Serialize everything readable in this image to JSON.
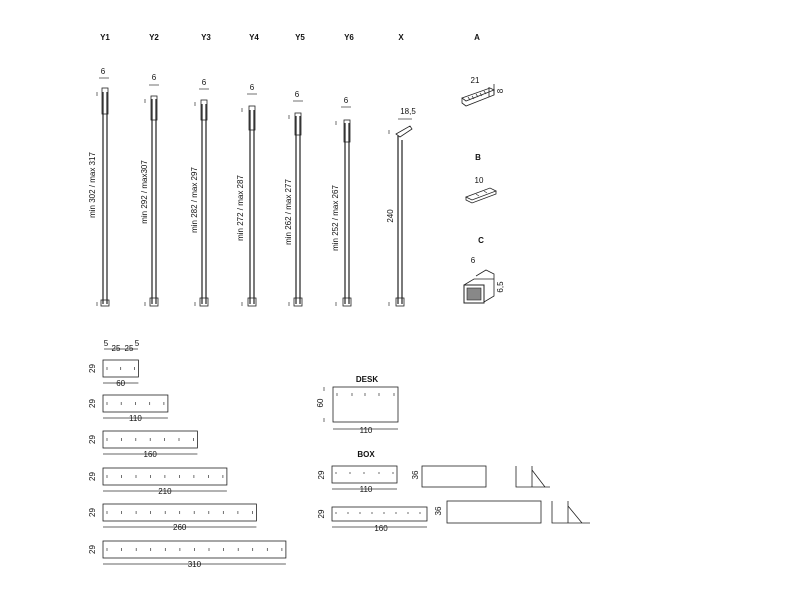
{
  "posts": [
    {
      "label": "Y1",
      "width": "6",
      "range": "min 302 / max 317"
    },
    {
      "label": "Y2",
      "width": "6",
      "range": "min 292 / max307"
    },
    {
      "label": "Y3",
      "width": "6",
      "range": "min 282 / max 297"
    },
    {
      "label": "Y4",
      "width": "6",
      "range": "min 272 / max 287"
    },
    {
      "label": "Y5",
      "width": "6",
      "range": "min 262 / max 277"
    },
    {
      "label": "Y6",
      "width": "6",
      "range": "min 252 / max 267"
    },
    {
      "label": "X",
      "width": "18,5",
      "range": "240"
    }
  ],
  "accessories": {
    "a": {
      "label": "A",
      "dim_w": "21",
      "dim_h": "8"
    },
    "b": {
      "label": "B",
      "dim_w": "10"
    },
    "c": {
      "label": "C",
      "dim_w": "6",
      "dim_h": "6,5"
    }
  },
  "shelves": {
    "detail": {
      "d1": "5",
      "d2": "25",
      "d3": "25",
      "d4": "5"
    },
    "depth": "29",
    "lengths": [
      "60",
      "110",
      "160",
      "210",
      "260",
      "310"
    ]
  },
  "desk": {
    "label": "DESK",
    "depth": "60",
    "length": "110"
  },
  "box": {
    "label": "BOX",
    "rows": [
      {
        "depth": "29",
        "length": "110",
        "height": "36"
      },
      {
        "depth": "29",
        "length": "160",
        "height": "36"
      }
    ]
  }
}
